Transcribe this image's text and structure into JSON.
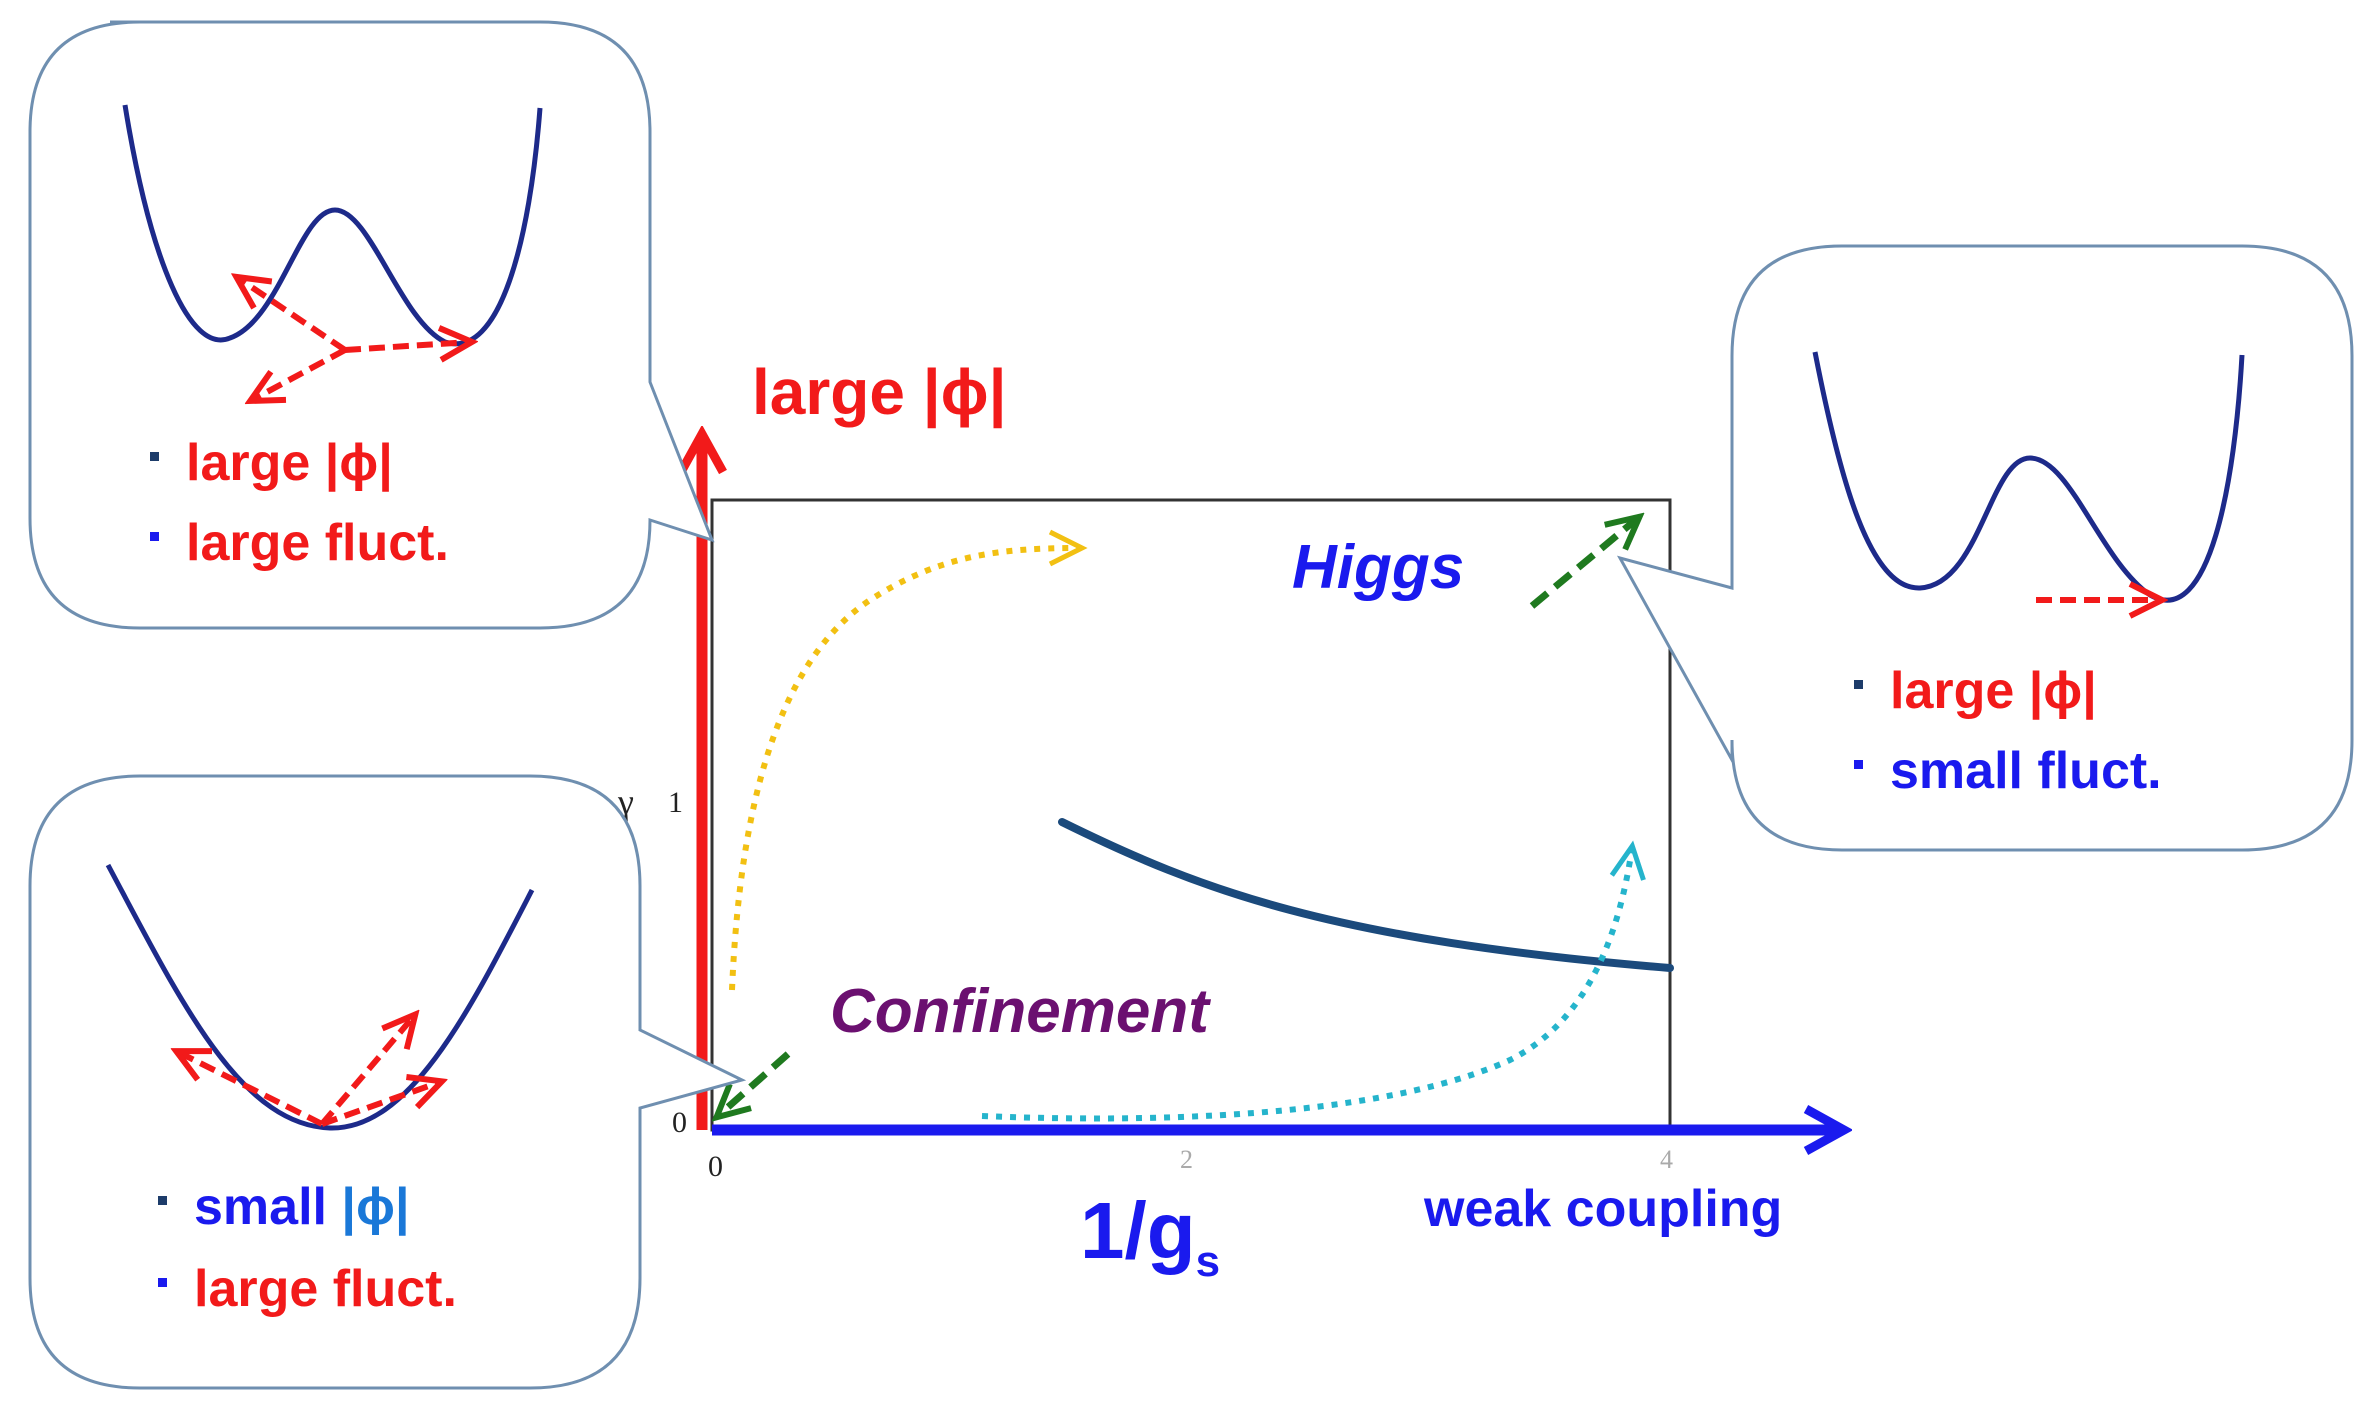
{
  "colors": {
    "red": "#f21a1a",
    "blue": "#1a1aee",
    "dark_blue": "#1d2a8a",
    "purple": "#6b1070",
    "green": "#1f7a1f",
    "yellow": "#f2c012",
    "cyan": "#25b4cc",
    "curve": "#1b4a7c",
    "bubble_border": "#6f8fb0",
    "bullet": "#1d3c6a"
  },
  "axes": {
    "y_title": "large |ϕ|",
    "x_title_main": "1/g",
    "x_title_sub": "s",
    "x_note": "weak coupling",
    "y_symbol": "γ",
    "y_ticks": [
      "0",
      "1"
    ],
    "x_ticks": [
      "0",
      "2",
      "4"
    ]
  },
  "regions": {
    "higgs": "Higgs",
    "confinement": "Confinement"
  },
  "bubbles": {
    "top_left": {
      "line1": "large |ϕ|",
      "line2": "large fluct."
    },
    "bottom_left": {
      "line1": "small |ϕ|",
      "line2": "large fluct."
    },
    "right": {
      "line1": "large |ϕ|",
      "line2": "small fluct."
    }
  }
}
